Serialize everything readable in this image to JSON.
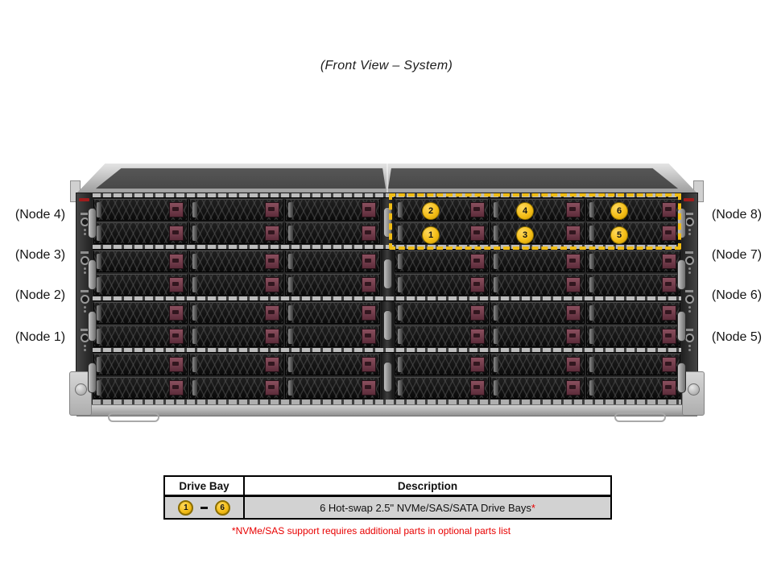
{
  "title": "(Front View – System)",
  "node_labels": {
    "left": [
      "(Node 4)",
      "(Node 3)",
      "(Node 2)",
      "(Node 1)"
    ],
    "right": [
      "(Node 8)",
      "(Node 7)",
      "(Node 6)",
      "(Node 5)"
    ]
  },
  "callouts": {
    "c1": "1",
    "c2": "2",
    "c3": "3",
    "c4": "4",
    "c5": "5",
    "c6": "6"
  },
  "table": {
    "headers": [
      "Drive Bay",
      "Description"
    ],
    "row": {
      "bay_start": "1",
      "bay_end": "6",
      "description": "6 Hot-swap 2.5\" NVMe/SAS/SATA Drive Bays",
      "asterisk": "*"
    }
  },
  "footnote": "*NVMe/SAS support requires additional parts in optional parts list",
  "chassis": {
    "node_rows": 4,
    "halves": 2,
    "tray_rows_per_node": 2,
    "trays_per_half_row": 3,
    "control_nodes_per_strip": 4
  },
  "colors": {
    "highlight": "#F0BC14",
    "callout_fill": "#F4BE18",
    "callout_border": "#8A6D00",
    "table_row_bg": "#D2D2D2",
    "footnote_red": "#E80000",
    "latch_maroon": "#8A4F5E"
  }
}
